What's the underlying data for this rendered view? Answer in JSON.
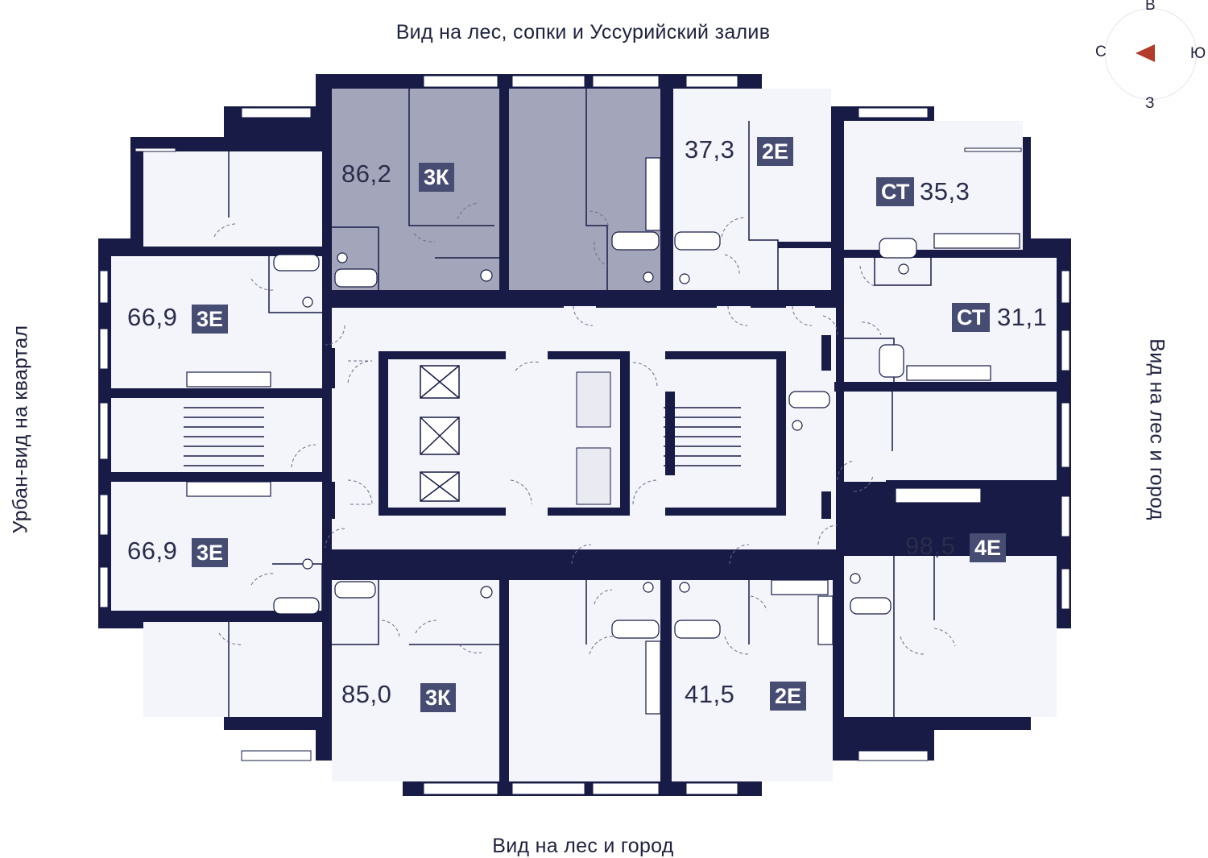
{
  "views": {
    "top": "Вид на лес, сопки и Уссурийский залив",
    "bottom": "Вид на лес и город",
    "left": "Урбан-вид на квартал",
    "right": "Вид на лес и город"
  },
  "compass": {
    "north": "С",
    "south": "Ю",
    "east": "В",
    "west": "З",
    "arrow_color": "#b23b2c"
  },
  "apartments": [
    {
      "area": "86,2",
      "type": "3К",
      "selected": true
    },
    {
      "area": "37,3",
      "type": "2Е"
    },
    {
      "area": "35,3",
      "type": "СТ"
    },
    {
      "area": "66,9",
      "type": "3Е"
    },
    {
      "area": "31,1",
      "type": "СТ"
    },
    {
      "area": "66,9",
      "type": "3Е"
    },
    {
      "area": "98,5",
      "type": "4Е"
    },
    {
      "area": "85,0",
      "type": "3К"
    },
    {
      "area": "41,5",
      "type": "2Е"
    }
  ],
  "colors": {
    "wall": "#171b45",
    "room": "#f4f5fb",
    "selected": "#a3a6ba",
    "badge": "#474c72"
  }
}
